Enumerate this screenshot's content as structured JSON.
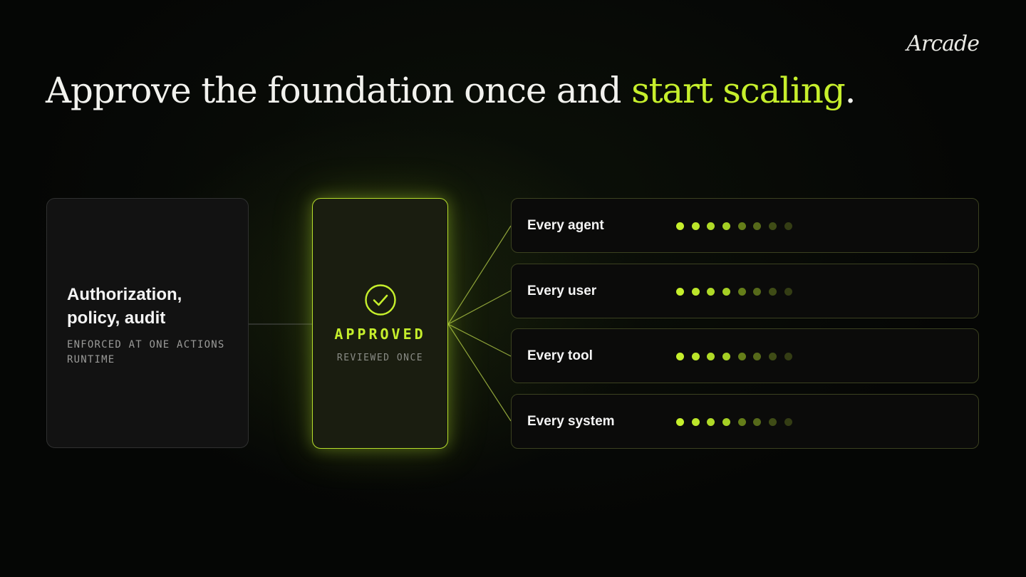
{
  "brand": {
    "logo": "Arcade"
  },
  "headline": {
    "lead": "Approve the foundation once and ",
    "accent": "start scaling",
    "trail": "."
  },
  "foundation": {
    "title": "Authorization, policy, audit",
    "subtitle": "ENFORCED AT ONE ACTIONS RUNTIME"
  },
  "approval": {
    "status": "APPROVED",
    "note": "REVIEWED ONCE",
    "icon": "check-circle-icon"
  },
  "targets": [
    {
      "label": "Every agent"
    },
    {
      "label": "Every user"
    },
    {
      "label": "Every tool"
    },
    {
      "label": "Every system"
    }
  ],
  "dot_scale": {
    "filled": 4,
    "total": 8
  },
  "colors": {
    "accent": "#c6ef2c",
    "dots": [
      "#c6ef2c",
      "#bbe52a",
      "#b0da27",
      "#a5cf24",
      "#657e19",
      "#56691a",
      "#3f4c16",
      "#343d14"
    ]
  }
}
